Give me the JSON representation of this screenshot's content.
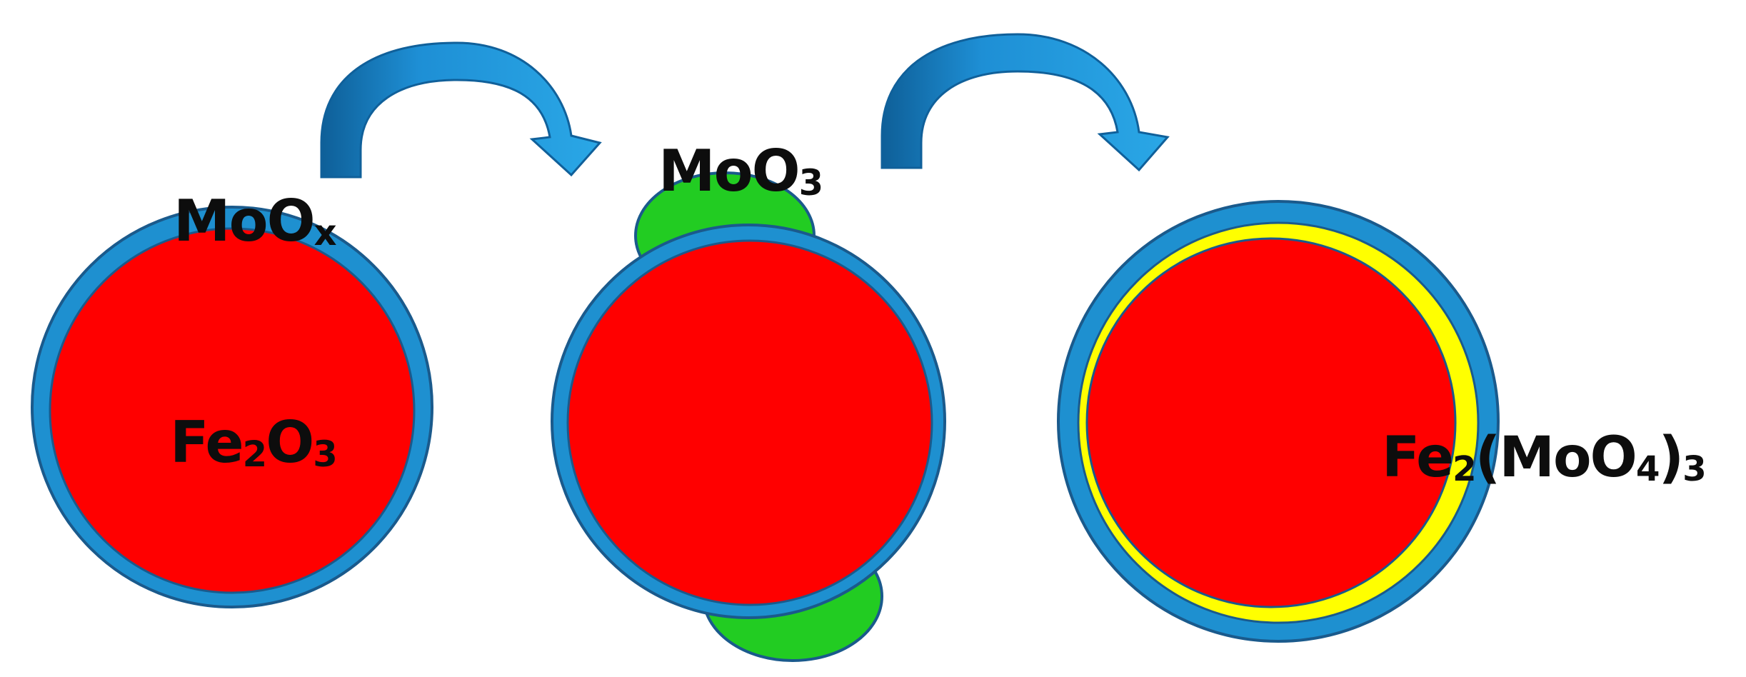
{
  "colors": {
    "core": "#ff0000",
    "shell": "#1e90d0",
    "shell_outline": "#1a5a8c",
    "moo3_patch": "#22cc22",
    "fe2_moo4_3_layer": "#ffff00",
    "arrow": "#1e8fd5",
    "arrow_dark": "#10609a"
  },
  "labels": {
    "moox": {
      "main": "MoO",
      "sub": "x"
    },
    "fe2o3": {
      "a": "Fe",
      "a_sub": "2",
      "b": "O",
      "b_sub": "3"
    },
    "moo3": {
      "main": "MoO",
      "sub": "3"
    },
    "fe2_moo4_3": {
      "a": "Fe",
      "a_sub": "2",
      "b": "(MoO",
      "b_sub": "4",
      "c": ")",
      "c_sub": "3"
    }
  },
  "icons": {
    "arrow_1": "curved-arrow-icon",
    "arrow_2": "curved-arrow-icon"
  }
}
